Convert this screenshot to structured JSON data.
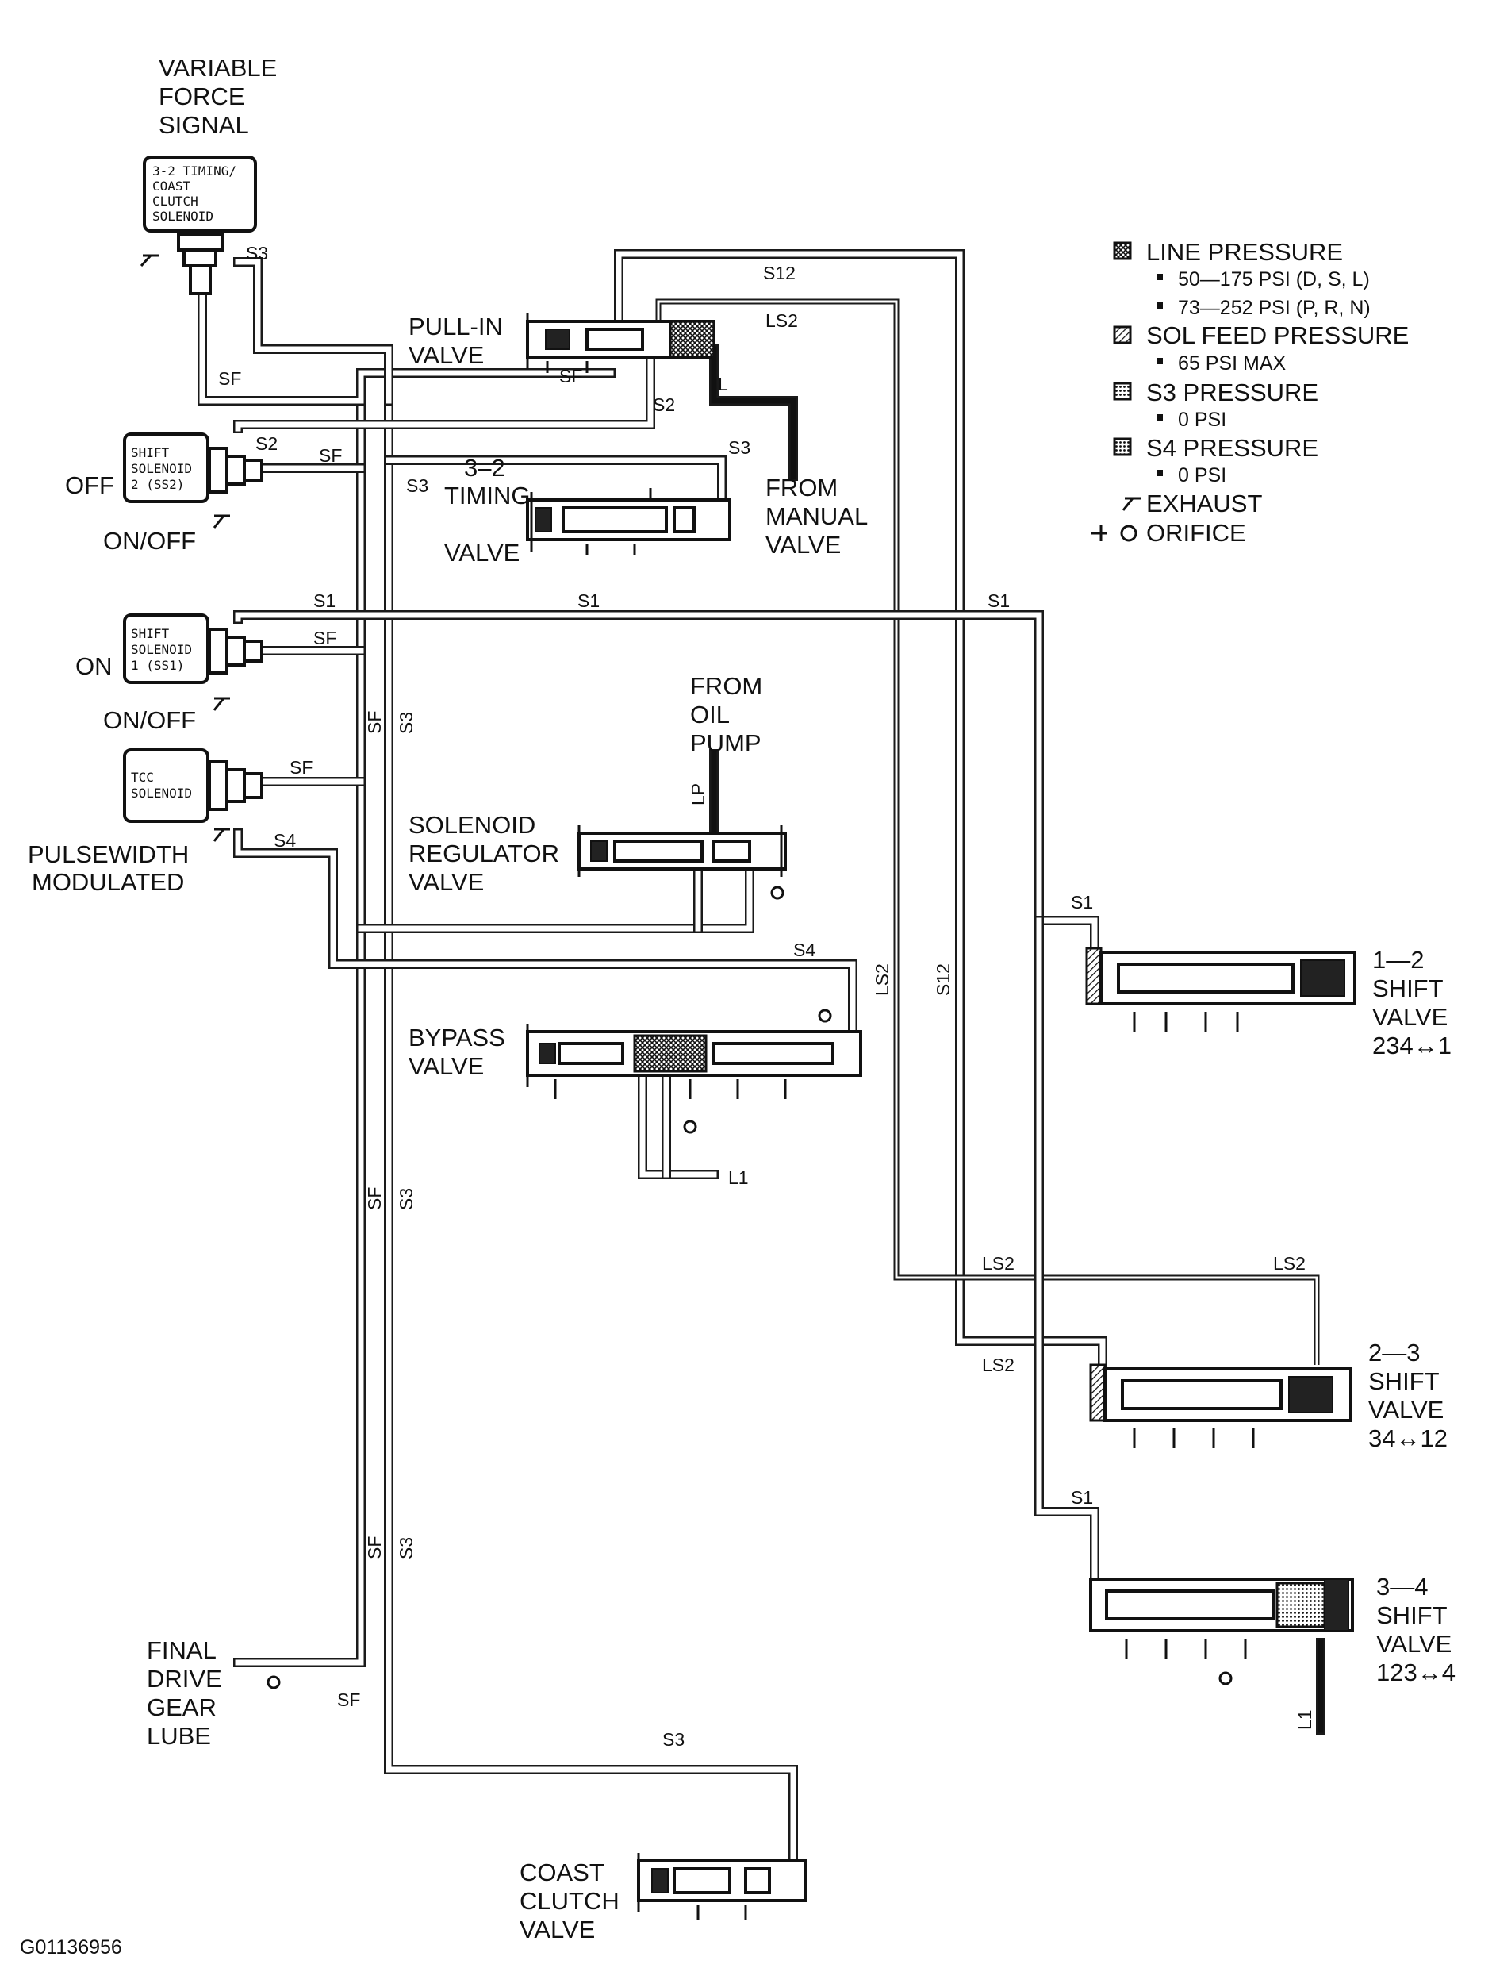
{
  "solenoid_top": {
    "caption": [
      "VARIABLE",
      "FORCE",
      "SIGNAL"
    ],
    "box": [
      "3-2 TIMING/",
      "COAST",
      "CLUTCH",
      "SOLENOID"
    ]
  },
  "solenoids": {
    "ss2": {
      "box": [
        "SHIFT",
        "SOLENOID",
        "2 (SS2)"
      ],
      "state": "OFF",
      "mode": "ON/OFF"
    },
    "ss1": {
      "box": [
        "SHIFT",
        "SOLENOID",
        "1 (SS1)"
      ],
      "state": "ON",
      "mode": "ON/OFF"
    },
    "tcc": {
      "box": [
        "TCC",
        "SOLENOID"
      ],
      "mode": [
        "PULSEWIDTH",
        "MODULATED"
      ]
    }
  },
  "valves": {
    "pull_in": [
      "PULL-IN",
      "VALVE"
    ],
    "timing_32": [
      "3–2",
      "TIMING",
      "VALVE"
    ],
    "from_manual": [
      "FROM",
      "MANUAL",
      "VALVE"
    ],
    "from_oil_pump": [
      "FROM",
      "OIL",
      "PUMP"
    ],
    "solenoid_regulator": [
      "SOLENOID",
      "REGULATOR",
      "VALVE"
    ],
    "bypass": [
      "BYPASS",
      "VALVE"
    ],
    "shift_12": [
      "1—2",
      "SHIFT",
      "VALVE",
      "234↔1"
    ],
    "shift_23": [
      "2—3",
      "SHIFT",
      "VALVE",
      "34↔12"
    ],
    "shift_34": [
      "3—4",
      "SHIFT",
      "VALVE",
      "123↔4"
    ],
    "final_drive": [
      "FINAL",
      "DRIVE",
      "GEAR",
      "LUBE"
    ],
    "coast_clutch": [
      "COAST",
      "CLUTCH",
      "VALVE"
    ]
  },
  "legend": {
    "line_pressure": "LINE PRESSURE",
    "line_1": "50—175 PSI (D, S, L)",
    "line_2": "73—252 PSI (P, R, N)",
    "sol_feed": "SOL FEED PRESSURE",
    "sol_feed_1": "65 PSI MAX",
    "s3": "S3 PRESSURE",
    "s3_1": "0 PSI",
    "s4": "S4 PRESSURE",
    "s4_1": "0 PSI",
    "exhaust": "EXHAUST",
    "orifice": "ORIFICE"
  },
  "passage_labels": {
    "s3": "S3",
    "sf": "SF",
    "s2": "S2",
    "s1": "S1",
    "s4": "S4",
    "s12": "S12",
    "ls2": "LS2",
    "l": "L",
    "lp": "LP",
    "l1": "L1"
  },
  "figure_id": "G01136956",
  "colors": {
    "line": "#1a1a1a",
    "paper": "#ffffff"
  }
}
